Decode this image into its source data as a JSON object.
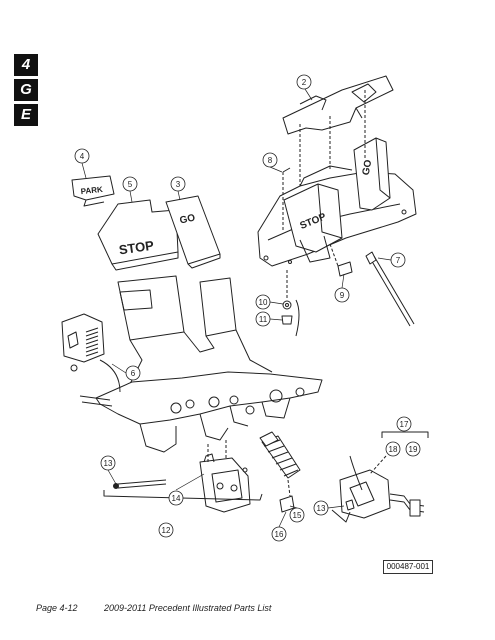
{
  "section_tabs": [
    "4",
    "G",
    "E"
  ],
  "part_lettering": {
    "park": "PARK",
    "stop_pedal": "STOP",
    "go_pedal": "GO",
    "stop_pad": "STOP",
    "go_pad": "GO"
  },
  "callouts": [
    "2",
    "4",
    "5",
    "3",
    "8",
    "7",
    "10",
    "9",
    "11",
    "6",
    "17",
    "18",
    "19",
    "13",
    "14",
    "12",
    "15",
    "16",
    "13"
  ],
  "figure_id": "000487-001",
  "footer": {
    "page": "Page 4-12",
    "title": "2009-2011 Precedent  Illustrated Parts List"
  }
}
